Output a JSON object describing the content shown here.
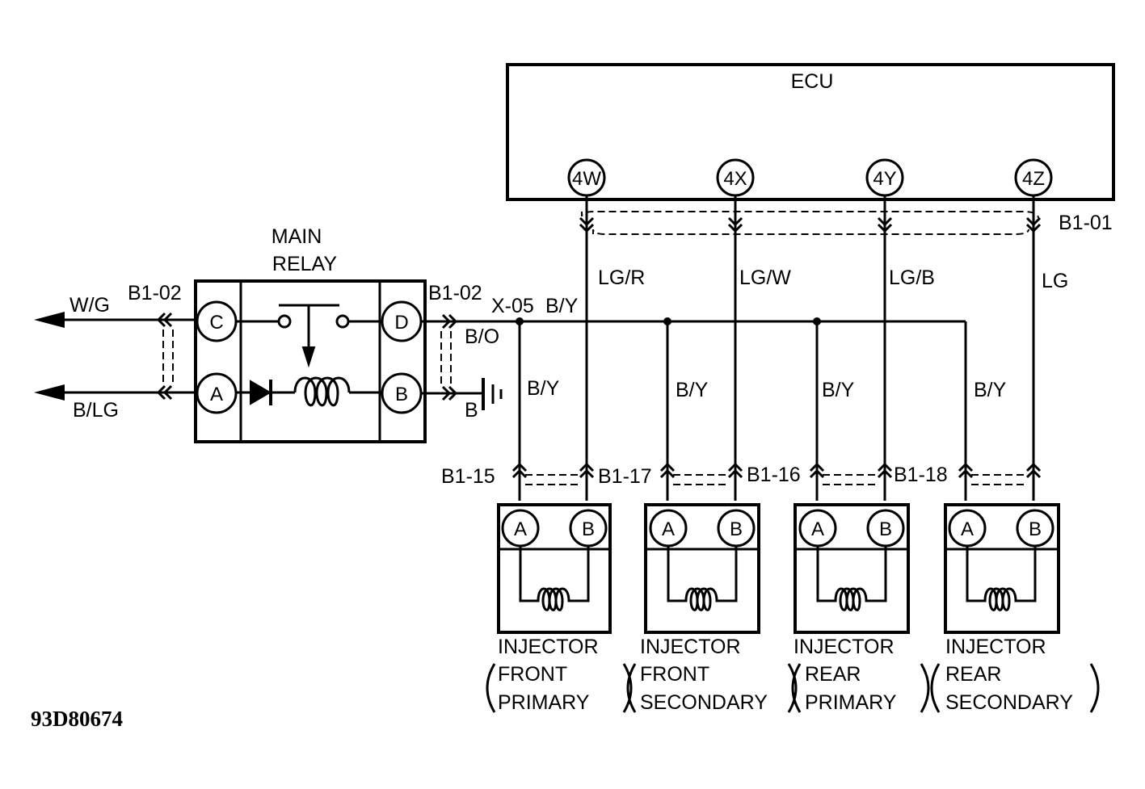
{
  "ecu": {
    "label": "ECU",
    "pins": [
      "4W",
      "4X",
      "4Y",
      "4Z"
    ],
    "connector": "B1-01",
    "wires": [
      "LG/R",
      "LG/W",
      "LG/B",
      "LG"
    ]
  },
  "relay": {
    "title_line1": "MAIN",
    "title_line2": "RELAY",
    "pins": {
      "c": "C",
      "a": "A",
      "d": "D",
      "b": "B"
    },
    "left_connector": "B1-02",
    "right_connector": "B1-02",
    "left_wires": [
      "W/G",
      "B/LG"
    ],
    "right_wire_top": "B/O",
    "right_wire_bottom": "B"
  },
  "junction": "X-05",
  "bus_wire": "B/Y",
  "injectors": [
    {
      "connector": "B1-15",
      "wire": "B/Y",
      "pin_a": "A",
      "pin_b": "B",
      "label": "INJECTOR",
      "line1": "FRONT",
      "line2": "PRIMARY"
    },
    {
      "connector": "B1-17",
      "wire": "B/Y",
      "pin_a": "A",
      "pin_b": "B",
      "label": "INJECTOR",
      "line1": "FRONT",
      "line2": "SECONDARY"
    },
    {
      "connector": "B1-16",
      "wire": "B/Y",
      "pin_a": "A",
      "pin_b": "B",
      "label": "INJECTOR",
      "line1": "REAR",
      "line2": "PRIMARY"
    },
    {
      "connector": "B1-18",
      "wire": "B/Y",
      "pin_a": "A",
      "pin_b": "B",
      "label": "INJECTOR",
      "line1": "REAR",
      "line2": "SECONDARY"
    }
  ],
  "figure_code": "93D80674"
}
